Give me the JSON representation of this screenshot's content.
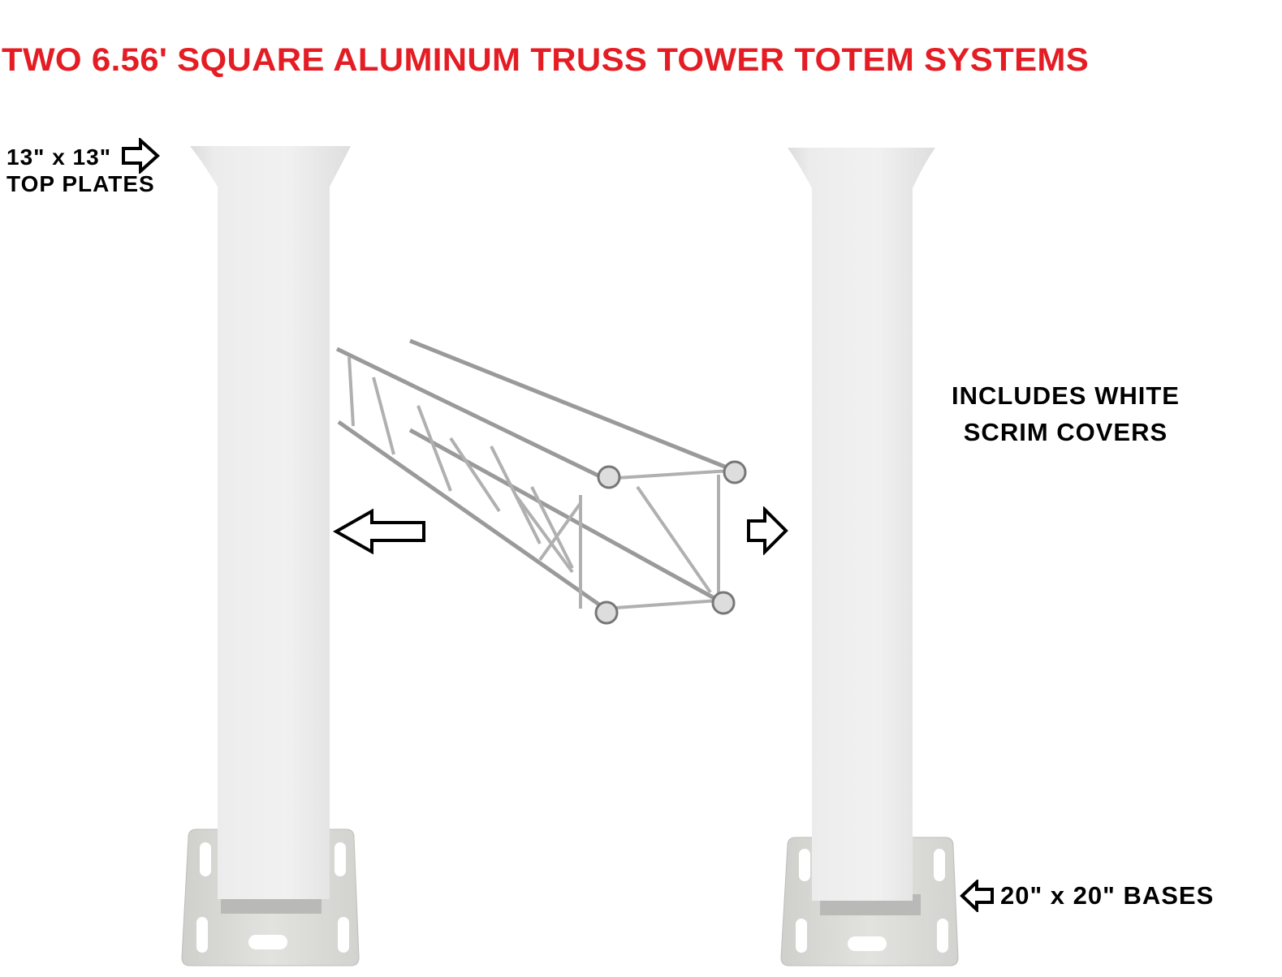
{
  "title": "TWO 6.56' SQUARE ALUMINUM TRUSS TOWER TOTEM SYSTEMS",
  "labels": {
    "top_plates_line1": "13\" x 13\"",
    "top_plates_line2": "TOP PLATES",
    "scrim_line1": "INCLUDES WHITE",
    "scrim_line2": "SCRIM COVERS",
    "bases": "20\" x 20\" BASES"
  },
  "colors": {
    "title": "#e41d24",
    "text": "#000000",
    "scrim": "#eeeeee",
    "base_plate": "#d8d8d6"
  },
  "images": {
    "left_tower": "white scrim-covered truss tower",
    "right_tower": "white scrim-covered truss tower",
    "truss_segment": "square aluminum truss segment"
  }
}
